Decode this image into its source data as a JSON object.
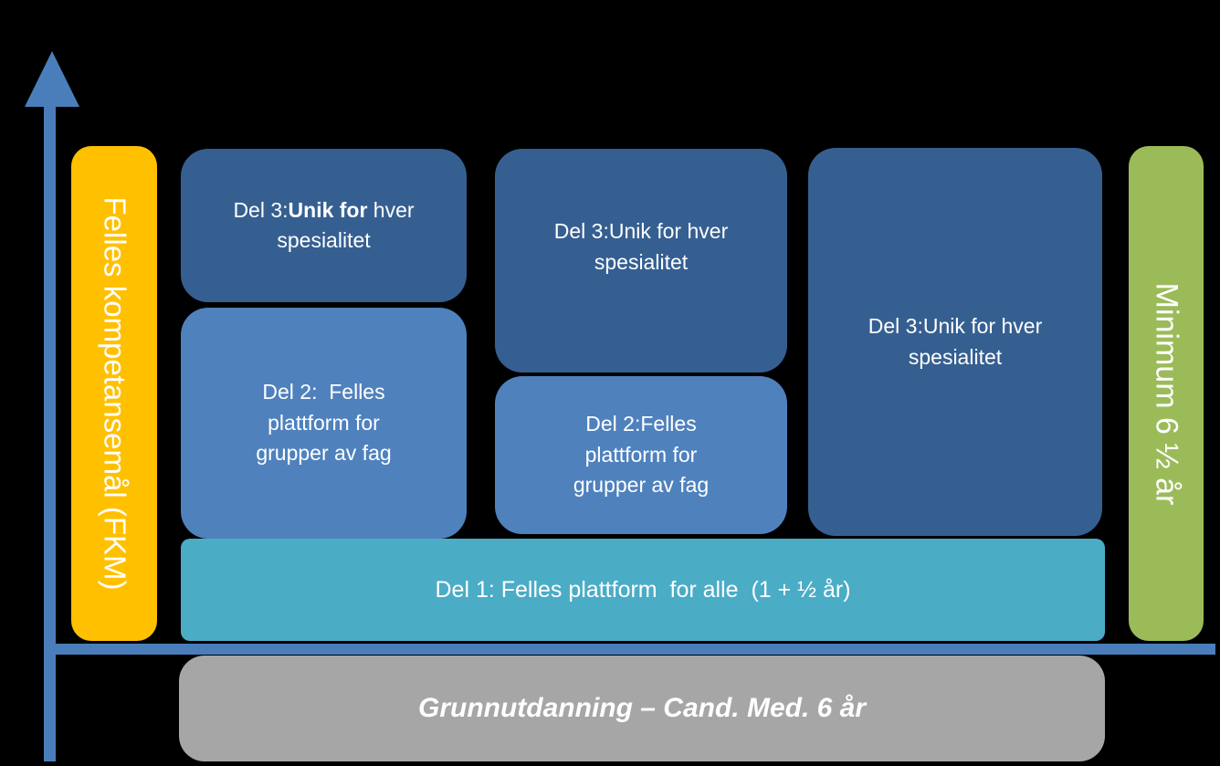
{
  "colors": {
    "background": "#000000",
    "axis_blue": "#4A7EBB",
    "dark_blue": "#365F91",
    "medium_blue": "#4F81BD",
    "teal": "#4BACC6",
    "orange": "#FFC000",
    "green": "#9BBB59",
    "gray": "#A6A6A6",
    "text": "#FFFFFF"
  },
  "fkm_bar": {
    "label": "Felles kompetansemål (FKM)"
  },
  "minimum_bar": {
    "label": "Minimum 6 ½ år"
  },
  "columns": {
    "col1": {
      "del3_prefix": "Del 3:",
      "del3_bold": "Unik for",
      "del3_suffix": " hver\nspesialitet",
      "del2": "Del 2:  Felles\nplattform for\ngrupper av fag"
    },
    "col2": {
      "del3": "Del 3:Unik for hver\nspesialitet",
      "del2": "Del 2:Felles\nplattform for\ngrupper av fag"
    },
    "col3": {
      "del3": "Del 3:Unik for hver\nspesialitet"
    }
  },
  "del1_bar": {
    "label": "Del 1: Felles plattform  for alle  (1 + ½ år)"
  },
  "foundation_bar": {
    "label": "Grunnutdanning – Cand. Med. 6 år"
  }
}
